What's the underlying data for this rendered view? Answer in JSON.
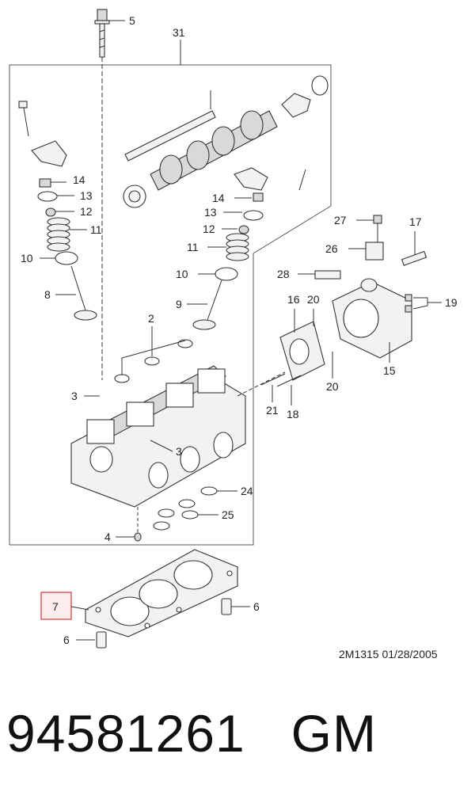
{
  "diagram": {
    "callouts": {
      "c31": "31",
      "c5": "5",
      "c14a": "14",
      "c13a": "13",
      "c12a": "12",
      "c11a": "11",
      "c10a": "10",
      "c8": "8",
      "c14b": "14",
      "c13b": "13",
      "c12b": "12",
      "c11b": "11",
      "c10b": "10",
      "c9": "9",
      "c2": "2",
      "c3a": "3",
      "c3b": "3",
      "c4": "4",
      "c7": "7",
      "c6a": "6",
      "c6b": "6",
      "c24": "24",
      "c25": "25",
      "c27": "27",
      "c17": "17",
      "c26": "26",
      "c28": "28",
      "c16": "16",
      "c20a": "20",
      "c19": "19",
      "c15": "15",
      "c20b": "20",
      "c21": "21",
      "c18": "18"
    },
    "stamp": "2M1315  01/28/2005",
    "highlight_color": "#e05a5a"
  },
  "footer": {
    "part_number": "94581261",
    "brand": "GM"
  }
}
